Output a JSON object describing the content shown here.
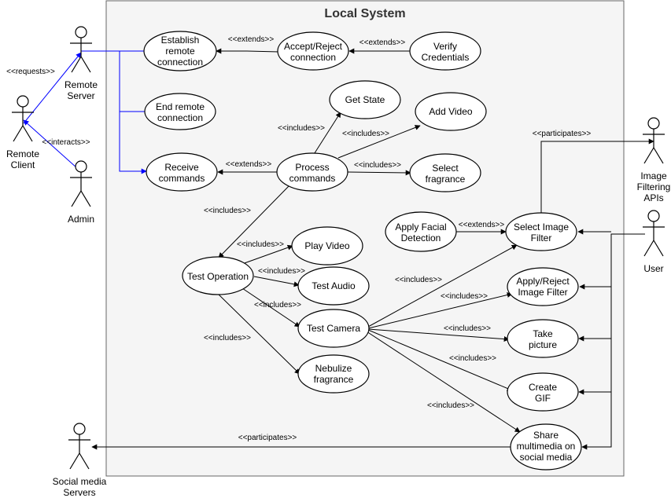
{
  "system": {
    "title": "Local System"
  },
  "actors": {
    "remote_server": "Remote Server",
    "remote_client": "Remote Client",
    "admin": "Admin",
    "image_filtering_apis": "Image Filtering APIs",
    "user": "User",
    "social_media_servers": "Social media Servers"
  },
  "use_cases": {
    "establish_remote_connection": "Establish remote connection",
    "accept_reject_connection": "Accept/Reject connection",
    "verify_credentials": "Verify Credentials",
    "end_remote_connection": "End remote connection",
    "get_state": "Get State",
    "add_video": "Add Video",
    "receive_commands": "Receive commands",
    "process_commands": "Process commands",
    "select_fragrance": "Select fragrance",
    "apply_facial_detection": "Apply Facial Detection",
    "select_image_filter": "Select Image Filter",
    "test_operation": "Test Operation",
    "play_video": "Play Video",
    "test_audio": "Test Audio",
    "apply_reject_image_filter": "Apply/Reject Image Filter",
    "test_camera": "Test Camera",
    "take_picture": "Take picture",
    "nebulize_fragrance": "Nebulize fragrance",
    "create_gif": "Create GIF",
    "share_multimedia": "Share multimedia on social media"
  },
  "relations": {
    "requests": "<<requests>>",
    "interacts": "<<interacts>>",
    "extends": "<<extends>>",
    "includes": "<<includes>>",
    "participates": "<<participates>>"
  },
  "colors": {
    "remote_links": "#0000ff",
    "system_fill": "#f5f5f5",
    "system_border": "#666666"
  }
}
